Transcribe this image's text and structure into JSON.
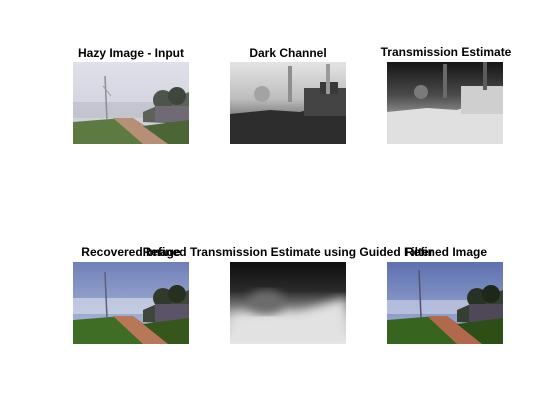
{
  "figure": {
    "panels": [
      {
        "title": "Hazy Image - Input",
        "image": "hazy-input-photo"
      },
      {
        "title": "Dark Channel",
        "image": "dark-channel-map"
      },
      {
        "title": "Transmission Estimate",
        "image": "transmission-estimate-map"
      },
      {
        "title": "Recovered Image",
        "image": "recovered-photo"
      },
      {
        "title": "Refined Transmission Estimate using Guided Filter",
        "image": "refined-transmission-map"
      },
      {
        "title": "Refined Image",
        "image": "refined-photo"
      }
    ]
  }
}
